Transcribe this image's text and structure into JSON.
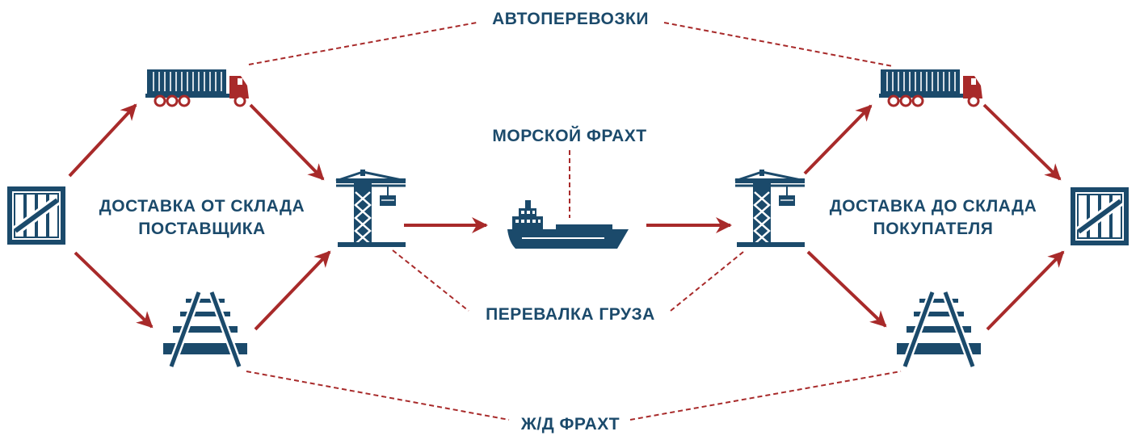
{
  "labels": {
    "road": "АВТОПЕРЕВОЗКИ",
    "sea": "МОРСКОЙ ФРАХТ",
    "transship": "ПЕРЕВАЛКА ГРУЗА",
    "rail": "Ж/Д ФРАХТ",
    "from_line1": "ДОСТАВКА ОТ СКЛАДА",
    "from_line2": "ПОСТАВЩИКА",
    "to_line1": "ДОСТАВКА ДО СКЛАДА",
    "to_line2": "ПОКУПАТЕЛЯ"
  },
  "colors": {
    "navy": "#1b4a6b",
    "red": "#a82a2a"
  },
  "icons": [
    "crate-icon",
    "truck-icon",
    "railway-icon",
    "crane-icon",
    "ship-icon"
  ]
}
